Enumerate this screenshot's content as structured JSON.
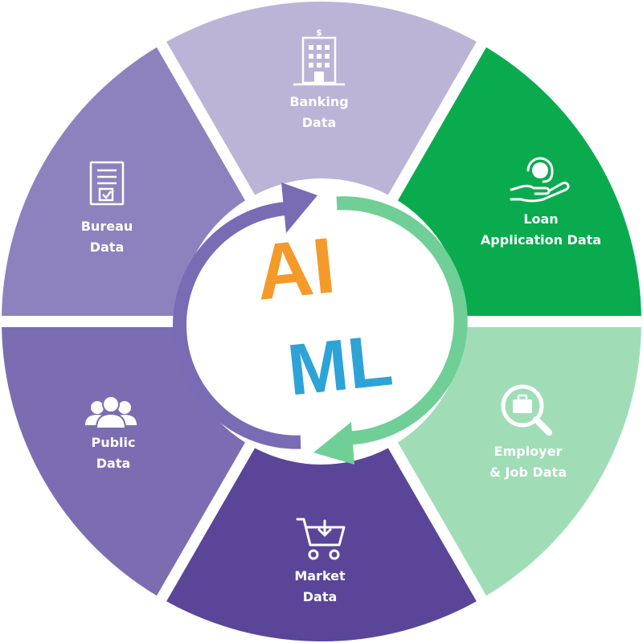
{
  "center": {
    "line1": "AI",
    "line2": "ML",
    "colors": {
      "line1": "#F39A2B",
      "line2": "#2EA3D6",
      "arrow_left": "#7A6BB5",
      "arrow_right": "#6FCF97"
    }
  },
  "segments": [
    {
      "id": "banking",
      "line1": "Banking",
      "line2": "Data",
      "icon": "bank-building-icon",
      "color": "#BBB4D7"
    },
    {
      "id": "loan",
      "line1": "Loan",
      "line2": "Application Data",
      "icon": "hand-with-headset-icon",
      "color": "#0AAB4F"
    },
    {
      "id": "employer",
      "line1": "Employer",
      "line2": "& Job Data",
      "icon": "briefcase-search-icon",
      "color": "#A0DDB7"
    },
    {
      "id": "market",
      "line1": "Market",
      "line2": "Data",
      "icon": "shopping-cart-icon",
      "color": "#5A4599"
    },
    {
      "id": "public",
      "line1": "Public",
      "line2": "Data",
      "icon": "people-group-icon",
      "color": "#7C6DB2"
    },
    {
      "id": "bureau",
      "line1": "Bureau",
      "line2": "Data",
      "icon": "report-document-icon",
      "color": "#8E82BE"
    }
  ]
}
